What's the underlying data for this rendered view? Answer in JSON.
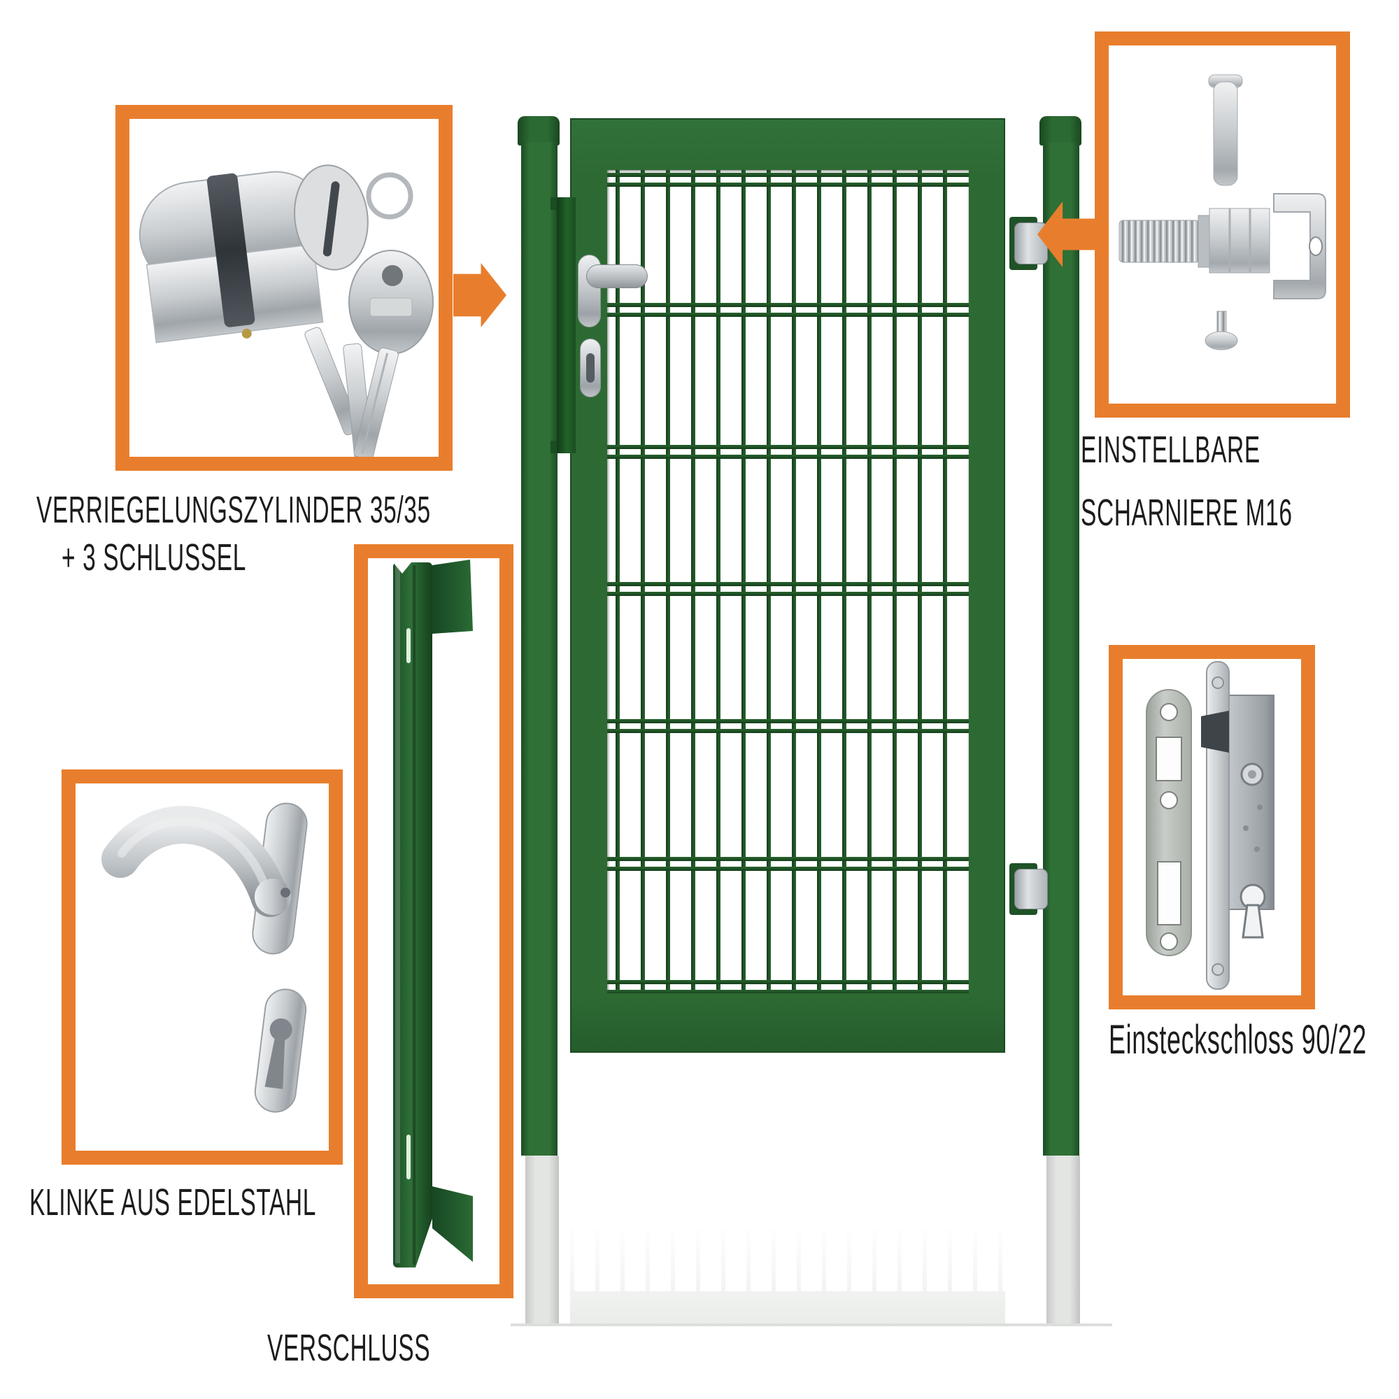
{
  "product": {
    "type": "green-double-wire-mesh-garden-gate"
  },
  "callouts": {
    "cylinder": {
      "line1": "VERRIEGELUNGSZYLINDER 35/35",
      "line2": "+ 3 SCHLUSSEL",
      "photo": "lock-cylinder-with-three-keys"
    },
    "hinge": {
      "line1": "EINSTELLBARE",
      "line2": "SCHARNIERE M16",
      "photo": "adjustable-hinge-m16-parts"
    },
    "lock": {
      "label": "Einsteckschloss 90/22",
      "photo": "mortise-lock-with-strike-plate"
    },
    "handle": {
      "label": "KLINKE AUS EDELSTAHL",
      "photo": "stainless-steel-lever-handle"
    },
    "latch": {
      "label": "VERSCHLUSS",
      "photo": "green-closure-profile-bar"
    }
  },
  "colors": {
    "accent_orange": "#E87E2D",
    "gate_green": "#2D6A33",
    "profile_dark_green": "#1E5429",
    "hardware_gray": "#C3C7CB",
    "text": "#1C1C1C",
    "reflection_gray": "#E3E6E3"
  }
}
